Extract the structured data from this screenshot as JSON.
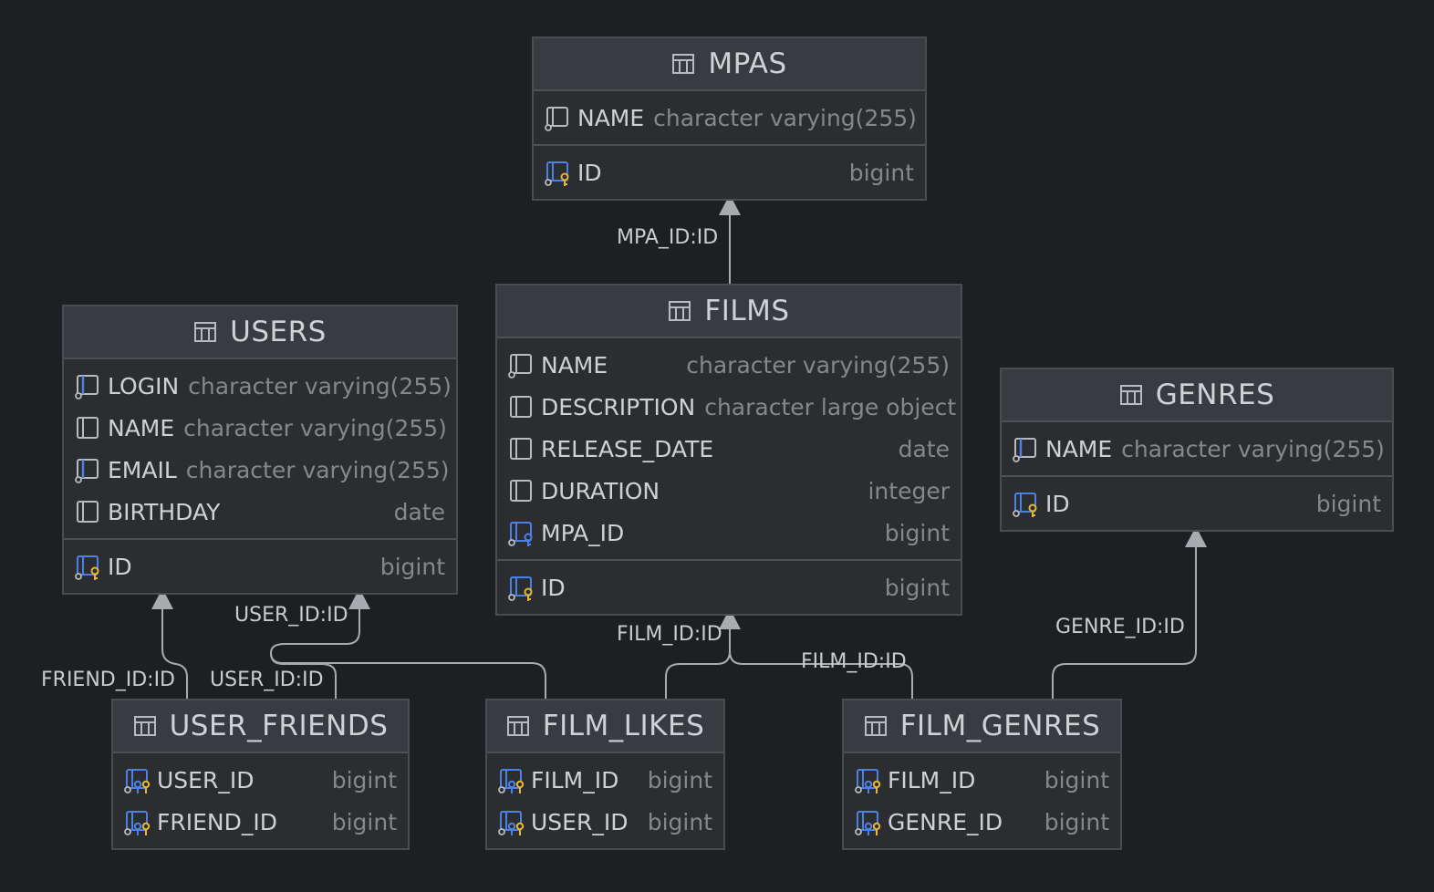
{
  "colors": {
    "background": "#1e1f22",
    "table_bg": "#2b2d30",
    "header_bg": "#393b40",
    "border": "#4a4c50",
    "text": "#cfd1d5",
    "type_text": "#85878c",
    "edge": "#a9abb0",
    "key_blue": "#4c82e6",
    "key_gold": "#e8b830"
  },
  "tables": {
    "mpas": {
      "name": "MPAS",
      "columns": [
        {
          "name": "NAME",
          "type": "character varying(255)",
          "icon": "column-notnull-icon"
        }
      ],
      "keys": [
        {
          "name": "ID",
          "type": "bigint",
          "icon": "primary-key-icon"
        }
      ]
    },
    "films": {
      "name": "FILMS",
      "columns": [
        {
          "name": "NAME",
          "type": "character varying(255)",
          "icon": "column-notnull-icon"
        },
        {
          "name": "DESCRIPTION",
          "type": "character large object",
          "icon": "column-icon"
        },
        {
          "name": "RELEASE_DATE",
          "type": "date",
          "icon": "column-icon"
        },
        {
          "name": "DURATION",
          "type": "integer",
          "icon": "column-icon"
        },
        {
          "name": "MPA_ID",
          "type": "bigint",
          "icon": "foreign-key-icon"
        }
      ],
      "keys": [
        {
          "name": "ID",
          "type": "bigint",
          "icon": "primary-key-icon"
        }
      ]
    },
    "users": {
      "name": "USERS",
      "columns": [
        {
          "name": "LOGIN",
          "type": "character varying(255)",
          "icon": "column-indexed-icon"
        },
        {
          "name": "NAME",
          "type": "character varying(255)",
          "icon": "column-icon"
        },
        {
          "name": "EMAIL",
          "type": "character varying(255)",
          "icon": "column-indexed-icon"
        },
        {
          "name": "BIRTHDAY",
          "type": "date",
          "icon": "column-icon"
        }
      ],
      "keys": [
        {
          "name": "ID",
          "type": "bigint",
          "icon": "primary-key-icon"
        }
      ]
    },
    "genres": {
      "name": "GENRES",
      "columns": [
        {
          "name": "NAME",
          "type": "character varying(255)",
          "icon": "column-indexed-icon"
        }
      ],
      "keys": [
        {
          "name": "ID",
          "type": "bigint",
          "icon": "primary-key-icon"
        }
      ]
    },
    "user_friends": {
      "name": "USER_FRIENDS",
      "keys": [
        {
          "name": "USER_ID",
          "type": "bigint",
          "icon": "composite-key-icon"
        },
        {
          "name": "FRIEND_ID",
          "type": "bigint",
          "icon": "composite-key-icon"
        }
      ]
    },
    "film_likes": {
      "name": "FILM_LIKES",
      "keys": [
        {
          "name": "FILM_ID",
          "type": "bigint",
          "icon": "composite-key-icon"
        },
        {
          "name": "USER_ID",
          "type": "bigint",
          "icon": "composite-key-icon"
        }
      ]
    },
    "film_genres": {
      "name": "FILM_GENRES",
      "keys": [
        {
          "name": "FILM_ID",
          "type": "bigint",
          "icon": "composite-key-icon"
        },
        {
          "name": "GENRE_ID",
          "type": "bigint",
          "icon": "composite-key-icon"
        }
      ]
    }
  },
  "relations": {
    "films_mpas": "MPA_ID:ID",
    "user_friends_users_friend": "FRIEND_ID:ID",
    "user_friends_users_user": "USER_ID:ID",
    "film_likes_users": "USER_ID:ID",
    "film_likes_films": "FILM_ID:ID",
    "film_genres_films": "FILM_ID:ID",
    "film_genres_genres": "GENRE_ID:ID"
  }
}
